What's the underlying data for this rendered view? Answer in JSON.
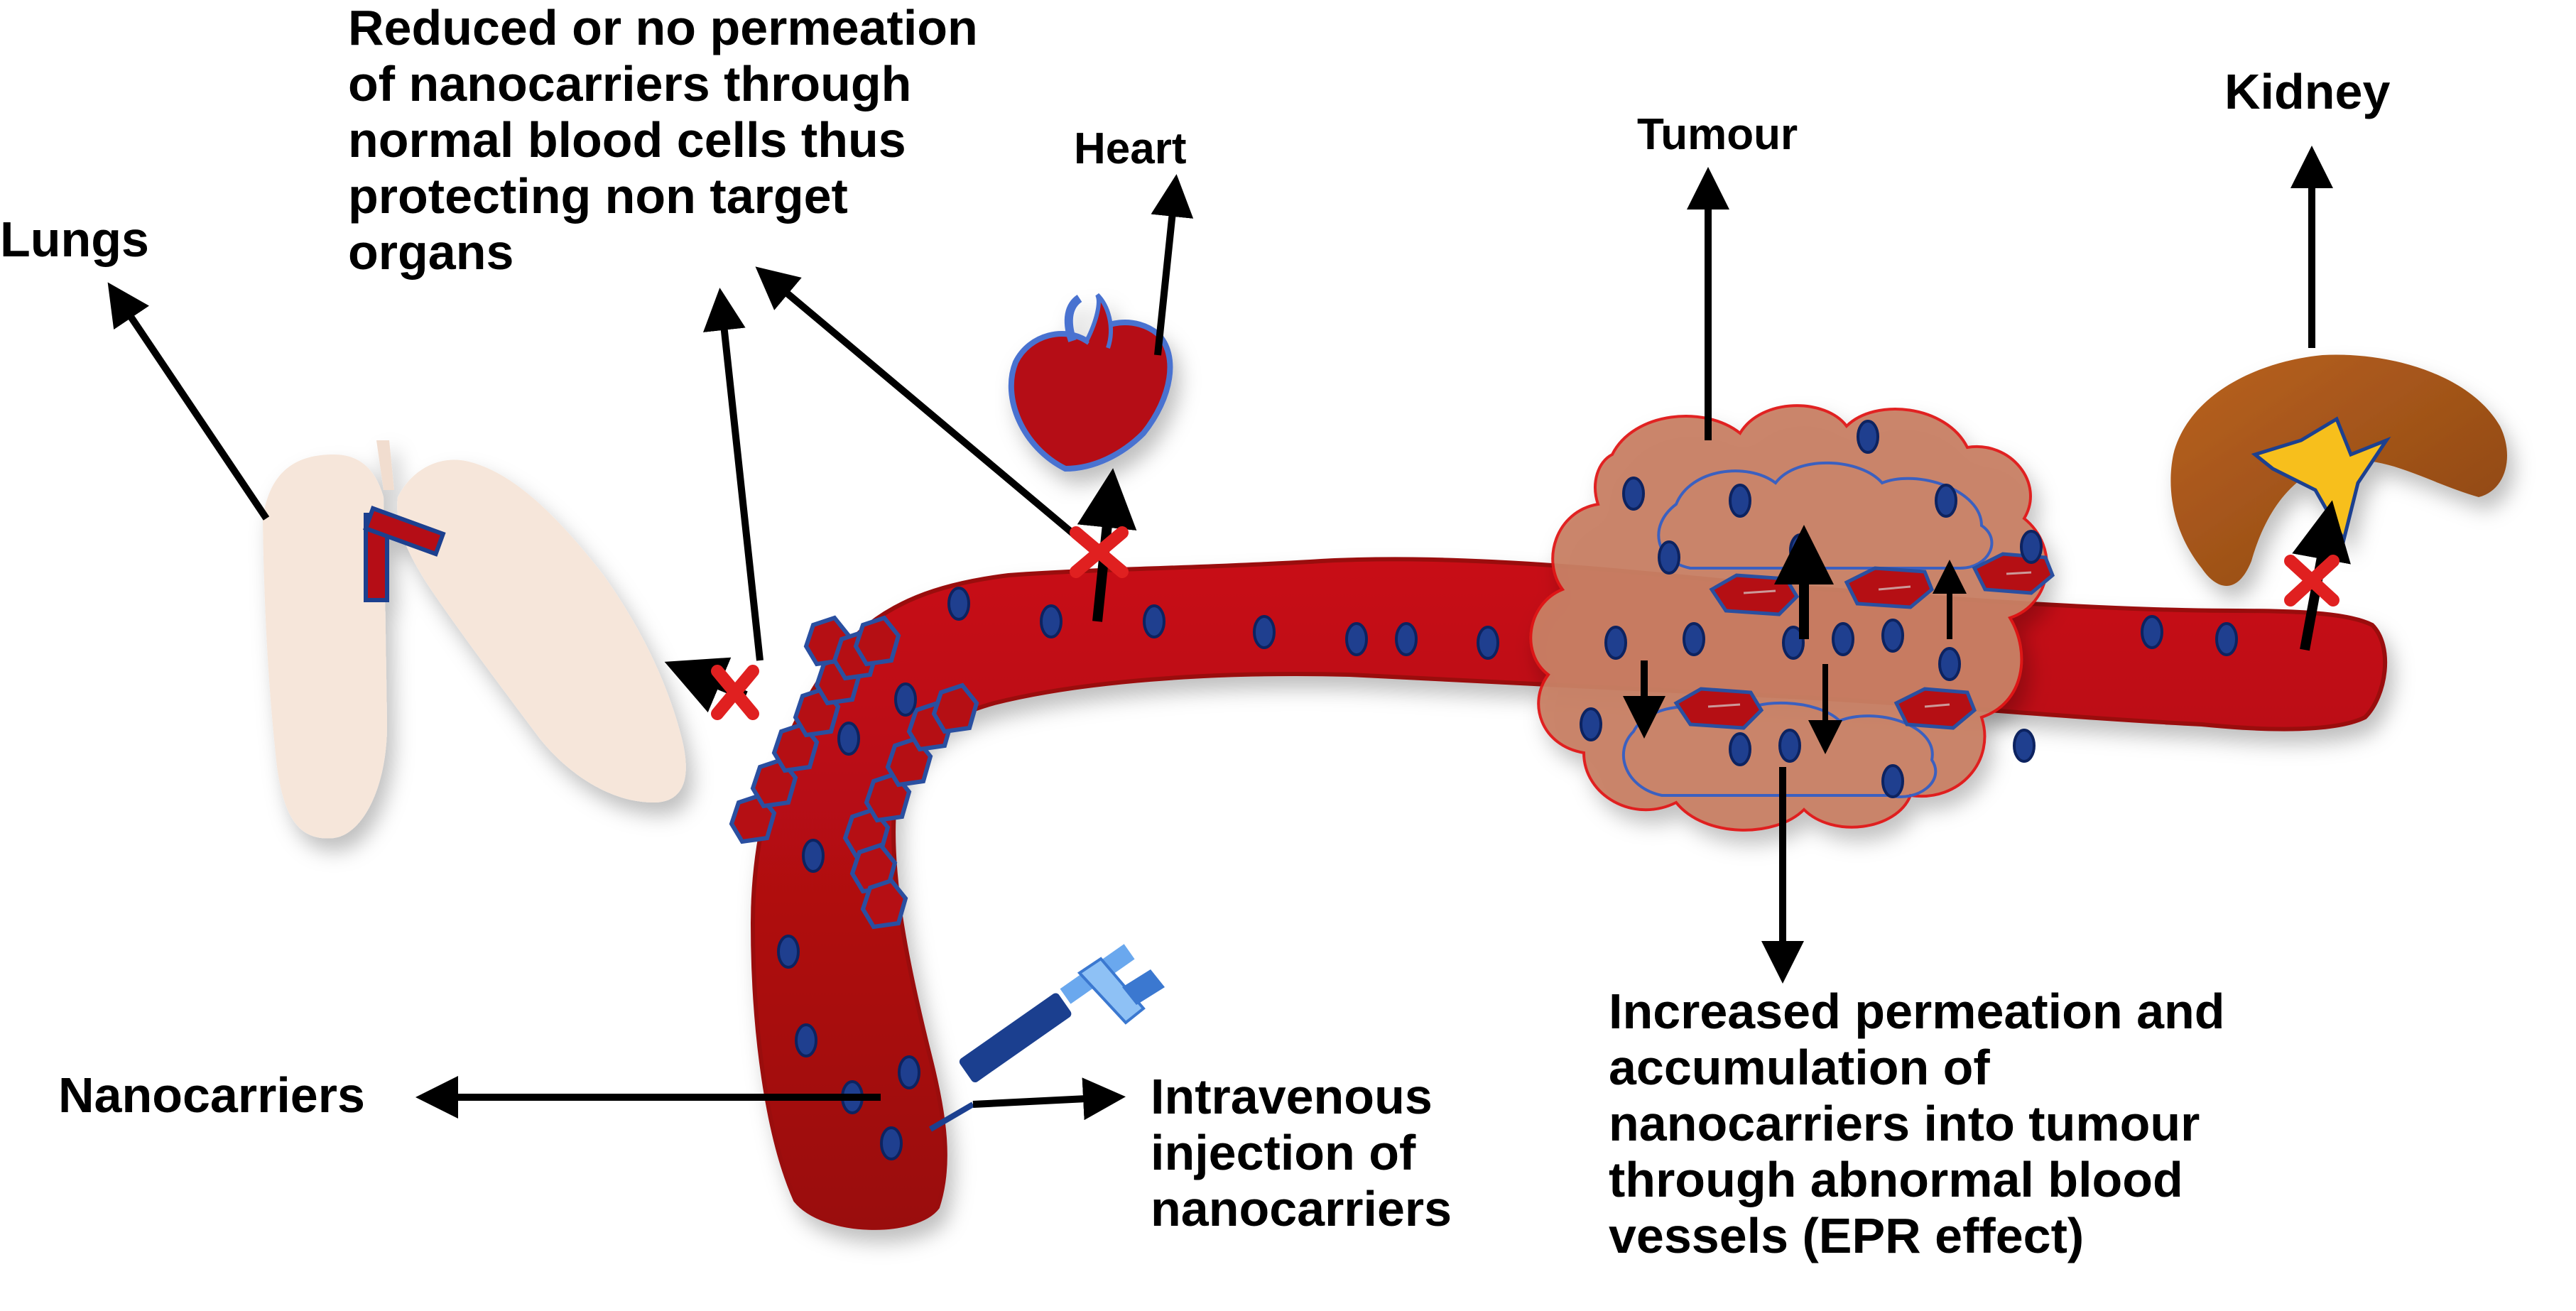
{
  "labels": {
    "lungs": "Lungs",
    "heart": "Heart",
    "tumour": "Tumour",
    "kidney": "Kidney",
    "nanocarriers": "Nanocarriers",
    "reduced_permeation": [
      "Reduced or no permeation",
      "of nanocarriers through",
      "normal blood cells thus",
      "protecting non target",
      "organs"
    ],
    "intravenous": [
      "Intravenous",
      "injection of",
      "nanocarriers"
    ],
    "increased_permeation": [
      "Increased permeation and",
      "accumulation of",
      "nanocarriers into tumour",
      "through abnormal blood",
      "vessels (EPR effect)"
    ]
  },
  "colors": {
    "vessel": "#c00d12",
    "vessel_dark": "#8e0a0c",
    "nanocarrier": "#1f3f8f",
    "nanocarrier_edge": "#0d2360",
    "tumour": "#c98065",
    "tumour_edge": "#e01a1a",
    "kidney": "#a8561c",
    "kidney_hilum": "#f7bf1a",
    "lungs": "#f6e7dc",
    "heart": "#b50f14",
    "heart_edge": "#4a72d0",
    "syringe": "#1b3f8f",
    "syringe_light": "#6aa8ee",
    "block_cross": "#e02020",
    "arrow": "#000000"
  },
  "icons": [
    "lungs-icon",
    "heart-icon",
    "tumour-icon",
    "kidney-icon",
    "syringe-icon",
    "blood-vessel",
    "block-cross-icon"
  ]
}
